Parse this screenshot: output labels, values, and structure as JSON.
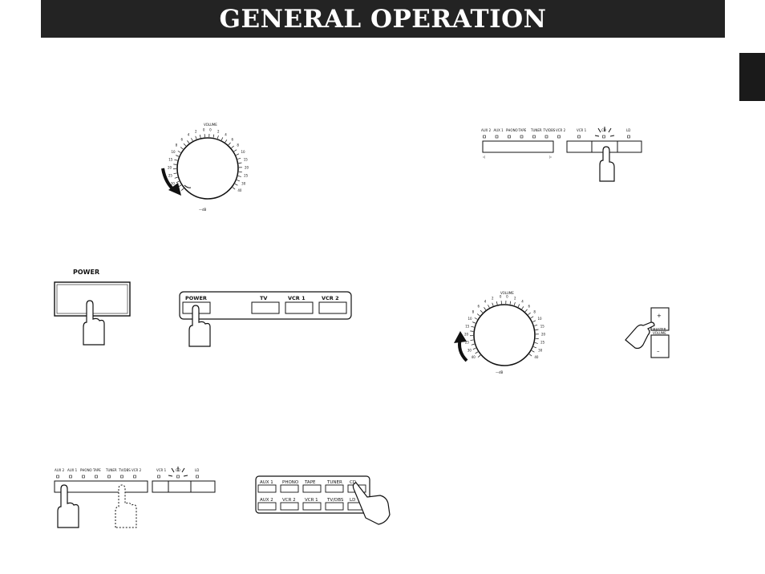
{
  "header": {
    "title": "GENERAL OPERATION"
  },
  "volume_knob": {
    "label": "VOLUME",
    "unit": "—dB",
    "scale_left": [
      "0",
      "2",
      "4",
      "6",
      "8",
      "10",
      "15",
      "20",
      "25",
      "30",
      "40"
    ],
    "scale_right": [
      "0",
      "2",
      "4",
      "6",
      "8",
      "10",
      "15",
      "20",
      "25",
      "30",
      "40"
    ]
  },
  "power_panel": {
    "label": "POWER"
  },
  "remote_row": {
    "buttons": [
      "POWER",
      "TV",
      "VCR 1",
      "VCR 2"
    ]
  },
  "input_selector": {
    "labels_left": [
      "AUX 2",
      "AUX 1",
      "PHONO",
      "TAPE",
      "TUNER",
      "TV/DBS",
      "VCR 2"
    ],
    "labels_right": [
      "VCR 1",
      "CD",
      "LD"
    ]
  },
  "remote_keypad": {
    "row1": [
      "AUX 1",
      "PHONO",
      "TAPE",
      "TUNER",
      "CD"
    ],
    "row2": [
      "AUX 2",
      "VCR 2",
      "VCR 1",
      "TV/DBS",
      "LD"
    ]
  },
  "master_volume": {
    "plus": "+",
    "minus": "–",
    "label_line1": "MASTER",
    "label_line2": "VOLUME"
  },
  "colors": {
    "banner_bg": "#232323",
    "banner_text": "#ffffff",
    "ink": "#111111"
  }
}
